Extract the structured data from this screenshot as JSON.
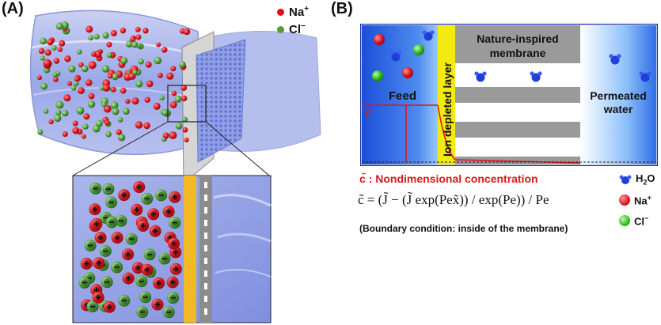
{
  "panel_a": {
    "label": "(A)",
    "legend": [
      {
        "ion": "Na",
        "charge": "+",
        "color": "#d8141b"
      },
      {
        "ion": "Cl",
        "charge": "−",
        "color": "#4f9d3b"
      }
    ],
    "zoom_anions": 28,
    "zoom_cations": 31
  },
  "panel_b": {
    "label": "(B)",
    "feed_label": "Feed",
    "ion_depleted_label": "Ion depleted layer",
    "membrane_label_1": "Nature-inspired",
    "membrane_label_2": "membrane",
    "permeated_label_1": "Permeated",
    "permeated_label_2": "water",
    "c_axis_symbol": "c̃",
    "nondim_label": "c̃ : Nondimensional concentration",
    "equation": "c̃ = (J̃ − (J̃ exp(Pex̃)) / exp(Pe)) / Pe",
    "boundary": "(Boundary condition: inside of the membrane)",
    "legend": [
      {
        "name": "H",
        "sub": "2",
        "rest": "O",
        "color": "#1f3fd6"
      },
      {
        "name": "Na",
        "sup": "+",
        "color": "#e0161b"
      },
      {
        "name": "Cl",
        "sup": "−",
        "color": "#2ec21a"
      }
    ]
  },
  "colors": {
    "na": "#d8141b",
    "cl": "#4f9d3b",
    "water": "#1f3fd6",
    "membrane_stripe": "#9a9a9a",
    "depleted_layer": "#f3ea12",
    "feed_blue": "#1b4fd8",
    "curve": "#e0161b"
  }
}
